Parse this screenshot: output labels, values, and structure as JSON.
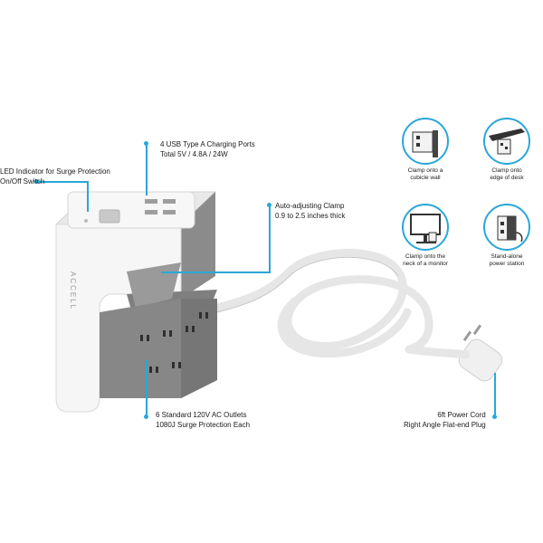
{
  "brand": "ACCELL",
  "callouts": {
    "usb": {
      "line1": "4 USB Type A Charging Ports",
      "line2": "Total 5V / 4.8A / 24W"
    },
    "led": {
      "line1": "LED Indicator for Surge Protection",
      "line2": "On/Off Switch"
    },
    "clamp": {
      "line1": "Auto-adjusting Clamp",
      "line2": "0.9 to 2.5 inches thick"
    },
    "outlets": {
      "line1": "6 Standard 120V AC Outlets",
      "line2": "1080J Surge Protection Each"
    },
    "cord": {
      "line1": "6ft Power Cord",
      "line2": "Right Angle Flat-end Plug"
    }
  },
  "usage": [
    {
      "icon": "cubicle-wall-icon",
      "line1": "Clamp onto a",
      "line2": "cubicle wall"
    },
    {
      "icon": "desk-edge-icon",
      "line1": "Clamp onto",
      "line2": "edge of desk"
    },
    {
      "icon": "monitor-neck-icon",
      "line1": "Clamp onto the",
      "line2": "neck of a monitor"
    },
    {
      "icon": "standalone-station-icon",
      "line1": "Stand-alone",
      "line2": "power station"
    }
  ],
  "colors": {
    "accent": "#2aa7d8",
    "body": "#f4f4f4",
    "gray": "#8a8a8a"
  }
}
